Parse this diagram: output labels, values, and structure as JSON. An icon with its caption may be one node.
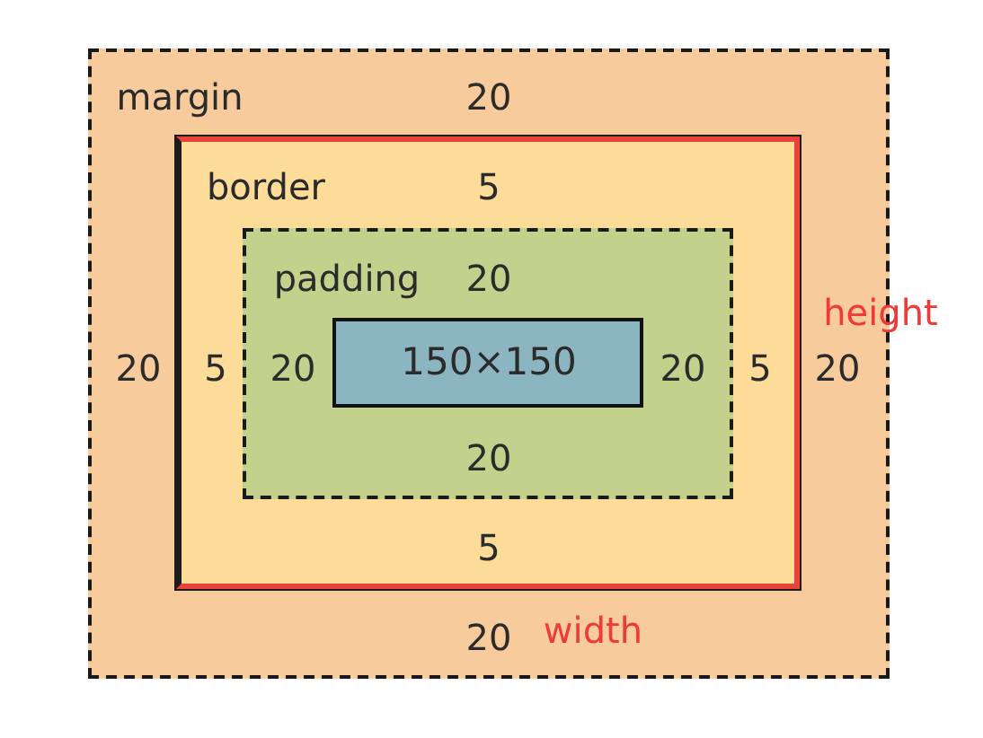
{
  "diagram": {
    "nodes": [
      {
        "text": [
          "margin",
          "20",
          "20",
          "20",
          "20"
        ]
      },
      {
        "text": [
          "border",
          "5",
          "5",
          "5",
          "5"
        ],
        "in": 0,
        "beside": [
          "height",
          "width"
        ]
      },
      {
        "text": [
          "padding",
          "20",
          "20",
          "20",
          "20"
        ],
        "in": 1
      },
      {
        "text": [
          "150×150"
        ],
        "in": 2
      }
    ]
  }
}
